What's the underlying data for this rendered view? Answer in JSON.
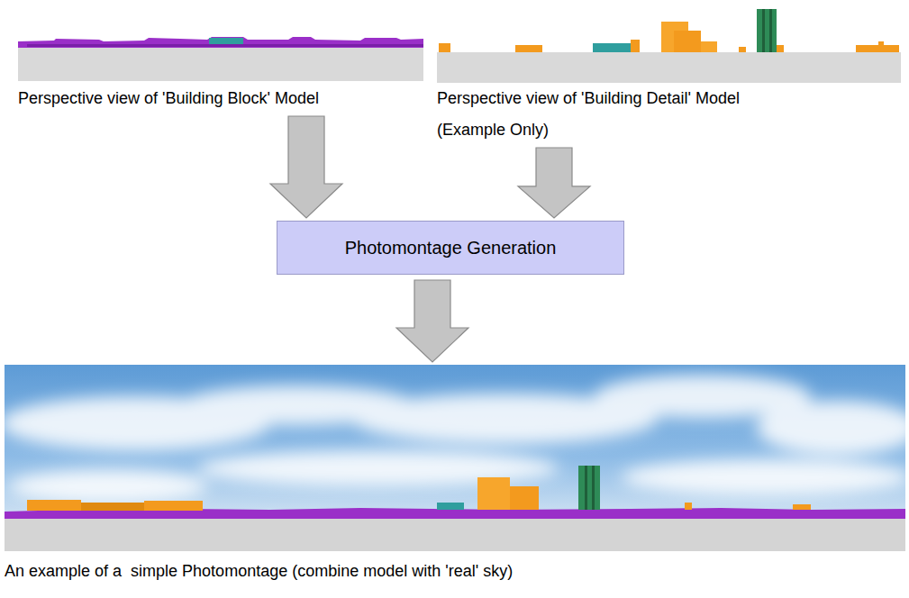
{
  "diagram": {
    "nodes": [
      {
        "text": [
          "Perspective view of 'Building Block' Model"
        ]
      },
      {
        "text": [
          "Perspective view of 'Building Detail' Model",
          "(Example Only)"
        ]
      },
      {
        "text": [
          "Photomontage Generation"
        ]
      },
      {
        "text": [
          "An example of a  simple Photomontage (combine model with 'real' sky)"
        ]
      }
    ],
    "edges": [
      {
        "from": 0,
        "to": 2,
        "arrow": "to"
      },
      {
        "from": 1,
        "to": 2,
        "arrow": "to"
      },
      {
        "from": 2,
        "to": 3,
        "arrow": "to"
      }
    ]
  }
}
